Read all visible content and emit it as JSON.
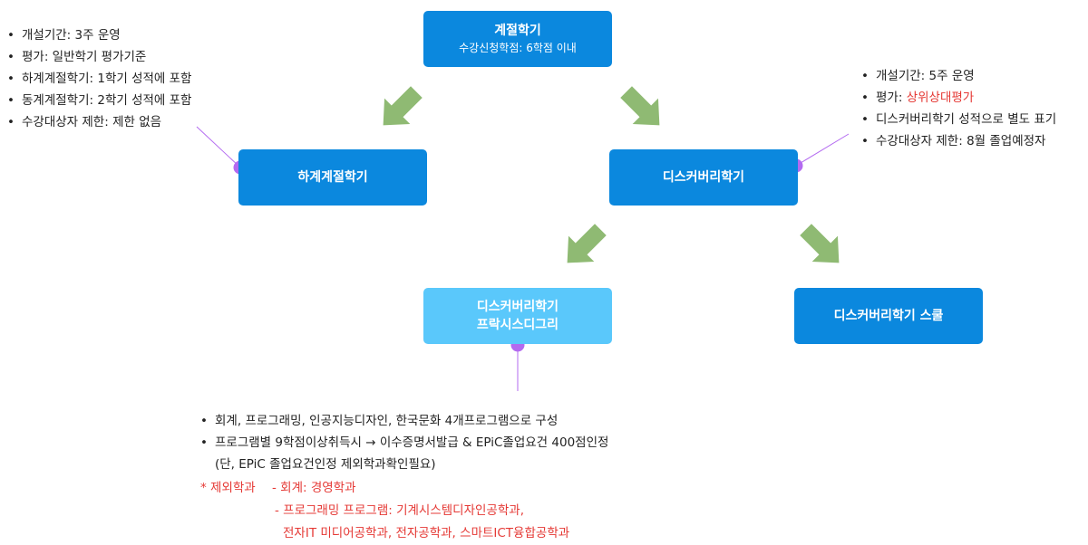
{
  "colors": {
    "box_dark": "#0b88de",
    "box_light": "#5ac8fb",
    "arrow": "#8fba73",
    "connector": "#b36af0",
    "highlight": "#e53935"
  },
  "top_box": {
    "title": "계절학기",
    "subtitle": "수강신청학점: 6학점 이내"
  },
  "left_box": {
    "title": "하계계절학기"
  },
  "right_box": {
    "title": "디스커버리학기"
  },
  "bottom_left_box": {
    "line1": "디스커버리학기",
    "line2": "프락시스디그리"
  },
  "bottom_right_box": {
    "title": "디스커버리학기 스쿨"
  },
  "left_notes": [
    "개설기간: 3주 운영",
    "평가: 일반학기 평가기준",
    "하계계절학기: 1학기 성적에 포함",
    "동계계절학기: 2학기 성적에 포함",
    "수강대상자 제한: 제한 없음"
  ],
  "right_notes": {
    "item1": "개설기간: 5주 운영",
    "item2_prefix": "평가: ",
    "item2_highlight": "상위상대평가",
    "item3": "디스커버리학기 성적으로 별도 표기",
    "item4": "수강대상자 제한: 8월 졸업예정자"
  },
  "bottom_notes": {
    "item1": "회계, 프로그래밍, 인공지능디자인, 한국문화 4개프로그램으로 구성",
    "item2": "프로그램별 9학점이상취득시 → 이수증명서발급 & EPiC졸업요건 400점인정",
    "item2_cont": "(단, EPiC 졸업요건인정 제외학과확인필요)",
    "excluded_label": "* 제외학과",
    "excluded_1": "- 회계: 경영학과",
    "excluded_2": "- 프로그래밍 프로그램: 기계시스템디자인공학과,",
    "excluded_3": "전자IT 미디어공학과, 전자공학과, 스마트ICT융합공학과"
  }
}
